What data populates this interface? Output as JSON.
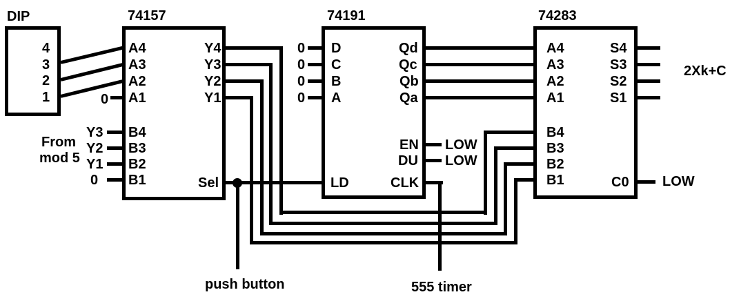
{
  "dip": {
    "title": "DIP",
    "pins": [
      "4",
      "3",
      "2",
      "1"
    ]
  },
  "mux74157": {
    "title": "74157",
    "inputs_a": [
      "A4",
      "A3",
      "A2",
      "A1"
    ],
    "a1_value": "0",
    "outputs_y": [
      "Y4",
      "Y3",
      "Y2",
      "Y1"
    ],
    "inputs_b": [
      "B4",
      "B3",
      "B2",
      "B1"
    ],
    "b_values": [
      "Y3",
      "Y2",
      "Y1",
      "0"
    ],
    "b_source": {
      "line1": "From",
      "line2": "mod 5"
    },
    "select_pin": "Sel"
  },
  "counter74191": {
    "title": "74191",
    "data_inputs": [
      "D",
      "C",
      "B",
      "A"
    ],
    "data_values": [
      "0",
      "0",
      "0",
      "0"
    ],
    "outputs": [
      "Qd",
      "Qc",
      "Qb",
      "Qa"
    ],
    "enable_pin": "EN",
    "enable_value": "LOW",
    "updown_pin": "DU",
    "updown_value": "LOW",
    "load_pin": "LD",
    "clock_pin": "CLK"
  },
  "adder74283": {
    "title": "74283",
    "inputs_a": [
      "A4",
      "A3",
      "A2",
      "A1"
    ],
    "outputs_s": [
      "S4",
      "S3",
      "S2",
      "S1"
    ],
    "inputs_b": [
      "B4",
      "B3",
      "B2",
      "B1"
    ],
    "carry_pin": "C0",
    "carry_value": "LOW",
    "result_label": "2Xk+C"
  },
  "annotations": {
    "push_button": "push button",
    "timer_555": "555 timer"
  },
  "colors": {
    "wire": "#000000",
    "background": "#ffffff"
  }
}
